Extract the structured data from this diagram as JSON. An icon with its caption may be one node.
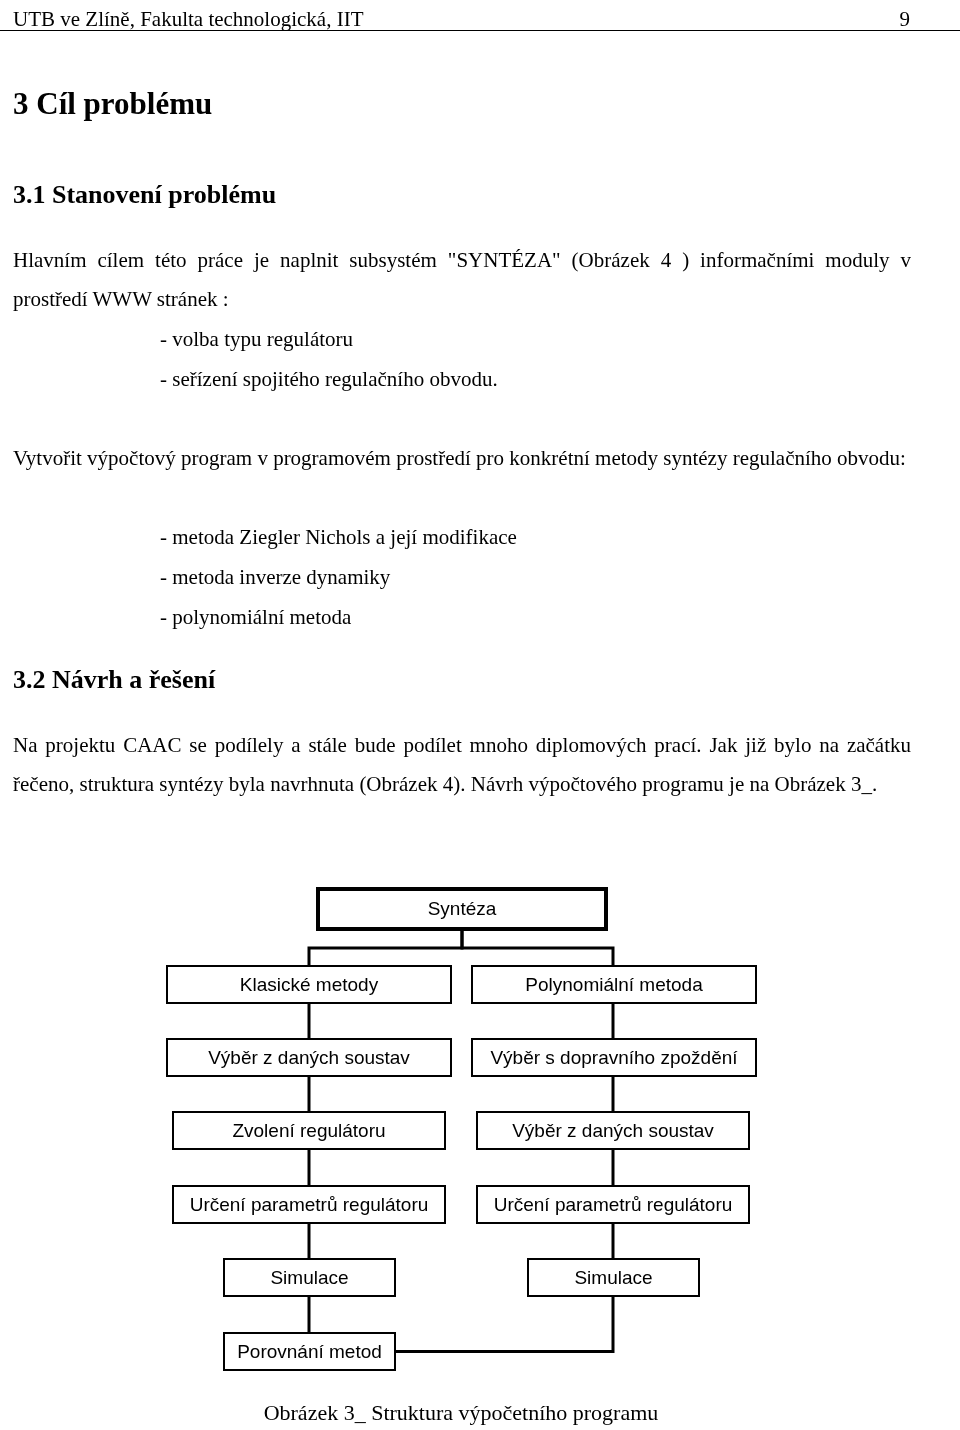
{
  "diagram": {
    "caption": "Obrázek 3_ Struktura výpočetního programu",
    "nodes": [
      {
        "text": [
          "Syntéza"
        ]
      },
      {
        "text": [
          "Klasické metody"
        ]
      },
      {
        "text": [
          "Polynomiální metoda"
        ]
      },
      {
        "text": [
          "Výběr z daných soustav"
        ]
      },
      {
        "text": [
          "Výběr s dopravního zpoždění"
        ]
      },
      {
        "text": [
          "Zvolení regulátoru"
        ]
      },
      {
        "text": [
          "Výběr z daných soustav"
        ]
      },
      {
        "text": [
          "Určení parametrů regulátoru"
        ]
      },
      {
        "text": [
          "Určení parametrů regulátoru"
        ]
      },
      {
        "text": [
          "Simulace"
        ]
      },
      {
        "text": [
          "Simulace"
        ]
      },
      {
        "text": [
          "Porovnání metod"
        ]
      }
    ],
    "edges": [
      {
        "from": 0,
        "to": 1,
        "arrow": "none"
      },
      {
        "from": 0,
        "to": 2,
        "arrow": "none"
      },
      {
        "from": 1,
        "to": 3,
        "arrow": "none"
      },
      {
        "from": 2,
        "to": 4,
        "arrow": "none"
      },
      {
        "from": 3,
        "to": 5,
        "arrow": "none"
      },
      {
        "from": 4,
        "to": 6,
        "arrow": "none"
      },
      {
        "from": 5,
        "to": 7,
        "arrow": "none"
      },
      {
        "from": 6,
        "to": 8,
        "arrow": "none"
      },
      {
        "from": 7,
        "to": 9,
        "arrow": "none"
      },
      {
        "from": 8,
        "to": 10,
        "arrow": "none"
      },
      {
        "from": 9,
        "to": 11,
        "arrow": "none"
      },
      {
        "from": 10,
        "to": 11,
        "arrow": "none"
      }
    ],
    "labels": [
      "UTB ve Zlíně, Fakulta technologická, IIT",
      "9",
      "3 Cíl problému",
      "3.1 Stanovení problému",
      "Hlavním cílem této práce je naplnit subsystém \"SYNTÉZA\" (Obrázek 4 ) informačními moduly v prostředí WWW stránek :",
      "- volba typu regulátoru",
      "- seřízení spojitého regulačního obvodu.",
      "Vytvořit výpočtový program v programovém prostředí pro konkrétní metody syntézy regulačního obvodu:",
      "- metoda Ziegler Nichols a její modifikace",
      "- metoda inverze dynamiky",
      "- polynomiální metoda",
      "3.2 Návrh a řešení",
      "Na projektu CAAC se podílely a stále bude podílet mnoho diplomových prací. Jak již bylo na začátku řečeno, struktura syntézy byla navrhnuta (Obrázek 4). Návrh výpočtového programu je na Obrázek 3_."
    ]
  }
}
